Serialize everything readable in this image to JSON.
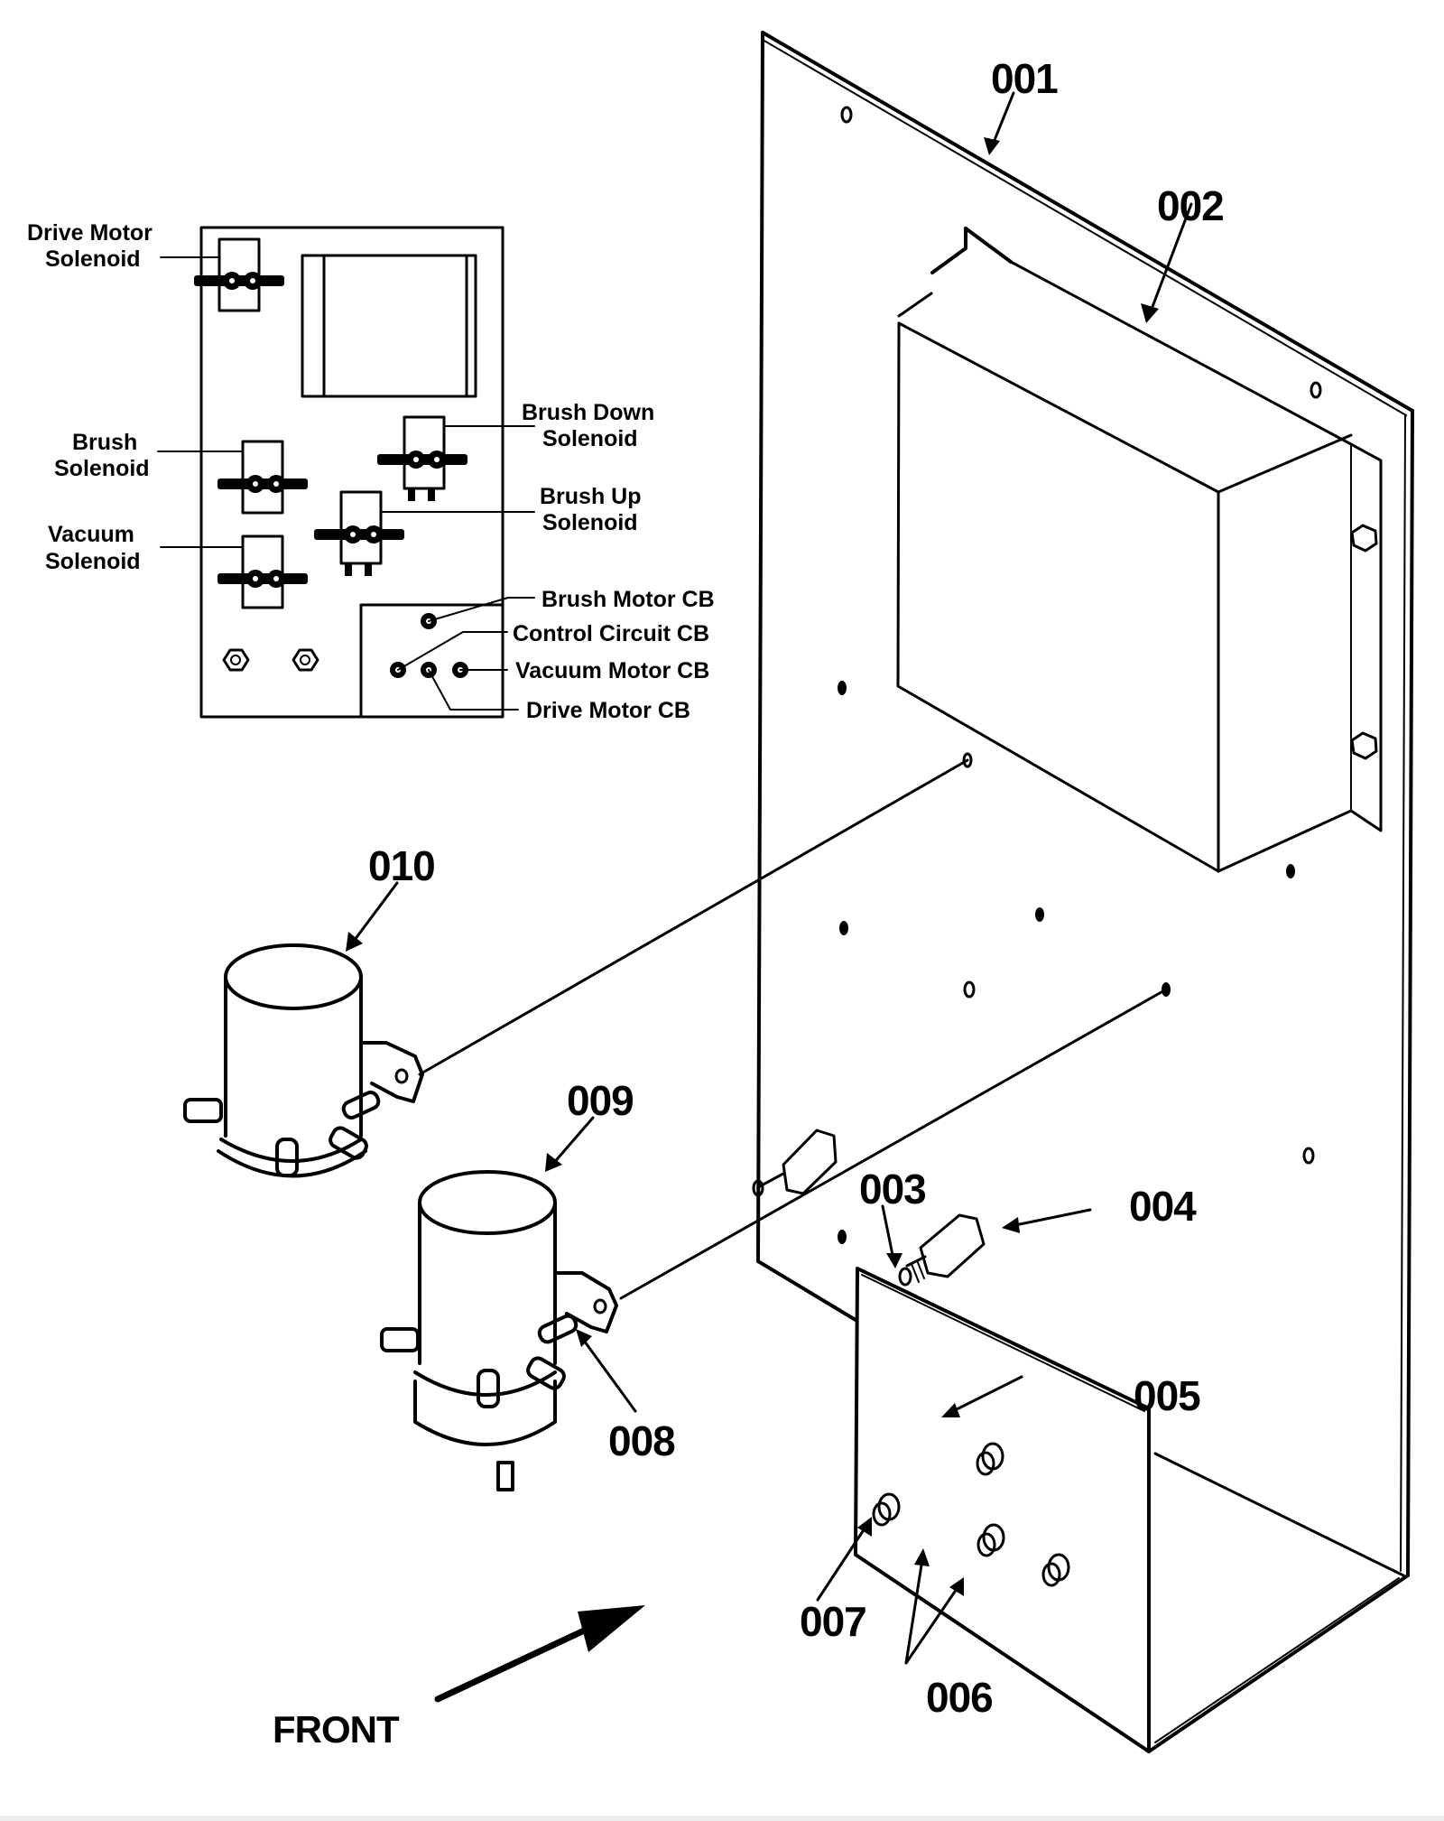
{
  "diagram": {
    "title": "Control panel assembly exploded view",
    "colors": {
      "ink": "#000000",
      "paper": "#ffffff"
    },
    "part_callouts": [
      {
        "id": "001",
        "label": "001",
        "target": "panel"
      },
      {
        "id": "002",
        "label": "002",
        "target": "control-box"
      },
      {
        "id": "003",
        "label": "003",
        "target": "standoff-stud"
      },
      {
        "id": "004",
        "label": "004",
        "target": "hex-standoff"
      },
      {
        "id": "005",
        "label": "005",
        "target": "circuit-breaker"
      },
      {
        "id": "006",
        "label": "006",
        "target": "circuit-breaker-pair"
      },
      {
        "id": "007",
        "label": "007",
        "target": "circuit-breaker"
      },
      {
        "id": "008",
        "label": "008",
        "target": "screw"
      },
      {
        "id": "009",
        "label": "009",
        "target": "solenoid"
      },
      {
        "id": "010",
        "label": "010",
        "target": "solenoid"
      }
    ],
    "inset": {
      "labels": {
        "drive_motor_solenoid": [
          "Drive Motor",
          "Solenoid"
        ],
        "brush_solenoid": [
          "Brush",
          "Solenoid"
        ],
        "vacuum_solenoid": [
          "Vacuum",
          "Solenoid"
        ],
        "brush_down_solenoid": [
          "Brush Down",
          "Solenoid"
        ],
        "brush_up_solenoid": [
          "Brush Up",
          "Solenoid"
        ],
        "brush_motor_cb": "Brush Motor CB",
        "control_circuit_cb": "Control Circuit CB",
        "vacuum_motor_cb": "Vacuum Motor CB",
        "drive_motor_cb": "Drive Motor CB"
      }
    },
    "orientation_label": "FRONT"
  }
}
